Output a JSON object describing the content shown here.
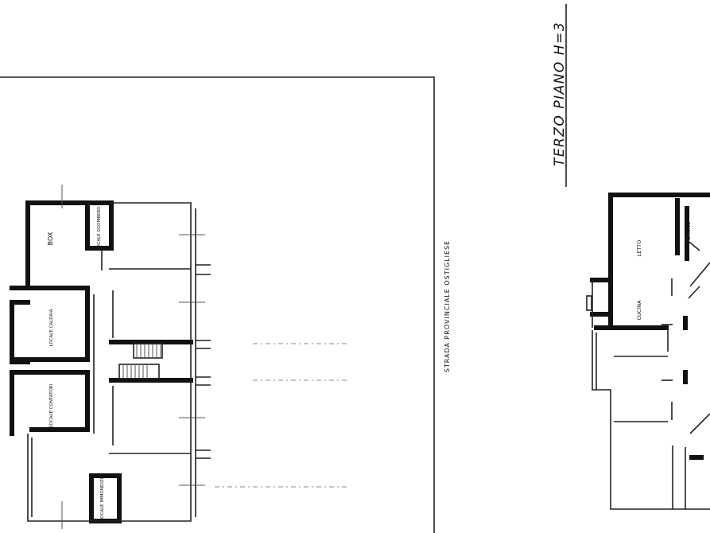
{
  "left_plan": {
    "street_label": "STRADA PROVINCIALE OSTIGLIESE",
    "rooms": {
      "box": "BOX",
      "locale_caldaia": "LOCALE CALDAIA",
      "locale_contatori": "LOCALE CONTATORI",
      "locale_immondizie": "LOCALE IMMONDIZIE",
      "locale_sgombero": "LOCALE SGOMBERO"
    }
  },
  "right_plan": {
    "title": "TERZO PIANO H=3",
    "rooms": {
      "letto": "LETTO",
      "bagno": "BAGNO",
      "cucina": "CUCINA"
    }
  },
  "colors": {
    "ink": "#111111",
    "paper": "#ffffff"
  }
}
